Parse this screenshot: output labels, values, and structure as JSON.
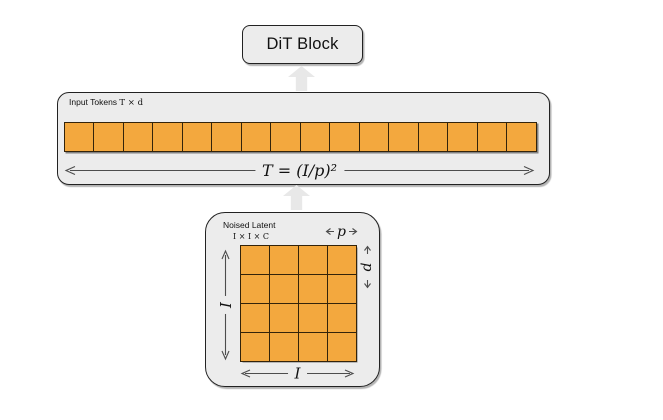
{
  "diagram": {
    "dit_block": {
      "label": "DiT Block"
    },
    "input_tokens": {
      "title_prefix": "Input Tokens ",
      "title_dims": "T × d",
      "token_count": 16,
      "token_formula": "T = (I/p)²"
    },
    "noised_latent": {
      "title": "Noised Latent",
      "dims": "I × I × C",
      "grid_rows": 4,
      "grid_cols": 4,
      "patch_size_label": "p",
      "image_size_label": "I"
    },
    "colors": {
      "container_fill": "#ececec",
      "container_border": "#222222",
      "patch_orange": "#f3a83e",
      "patch_border": "#33230a",
      "flow_arrow_gray": "#e8e8e8",
      "measure_arrow": "#4d4d4d"
    }
  }
}
